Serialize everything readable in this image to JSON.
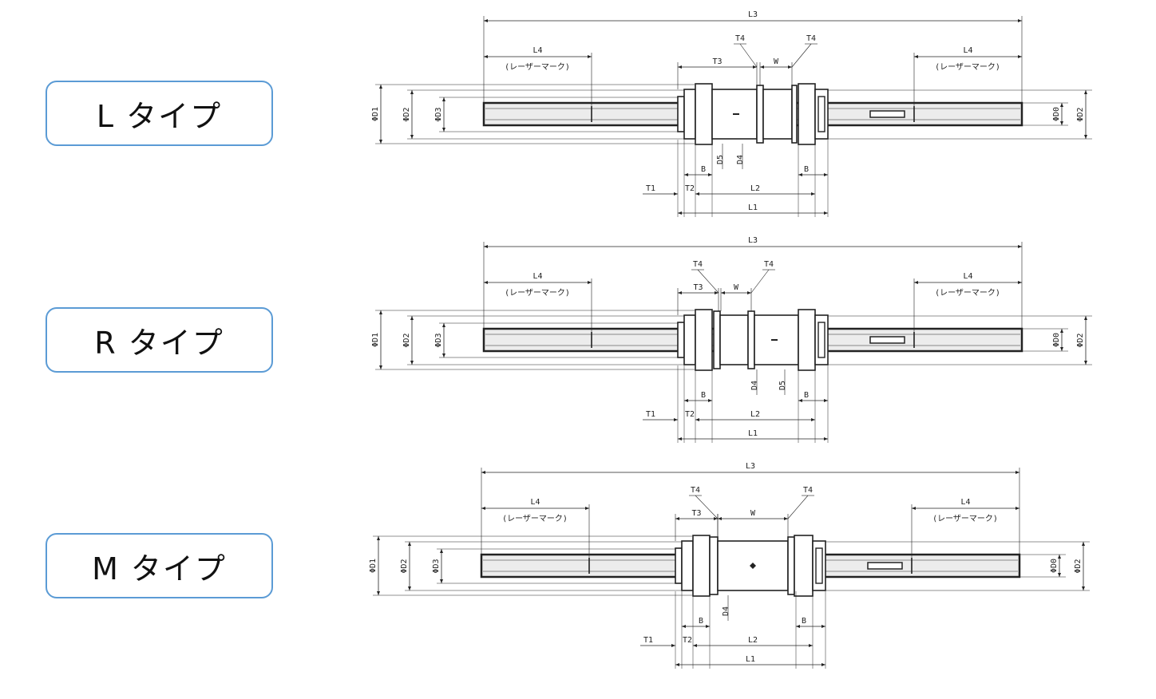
{
  "types": [
    {
      "id": "L",
      "label": "L タイプ"
    },
    {
      "id": "R",
      "label": "R タイプ"
    },
    {
      "id": "M",
      "label": "M タイプ"
    }
  ],
  "dimension_labels": {
    "L3": "L3",
    "L4": "L4",
    "laser_mark": "(レーザーマーク)",
    "T1": "T1",
    "T2": "T2",
    "T3": "T3",
    "T4": "T4",
    "W": "W",
    "B": "B",
    "L1": "L1",
    "L2": "L2",
    "D4": "D4",
    "D5": "D5",
    "D0": "ΦD0",
    "D1": "ΦD1",
    "D2": "ΦD2",
    "D3": "ΦD3"
  },
  "colors": {
    "box_border": "#5b9bd5",
    "line": "#222222",
    "shaft_fill": "#ececec"
  }
}
